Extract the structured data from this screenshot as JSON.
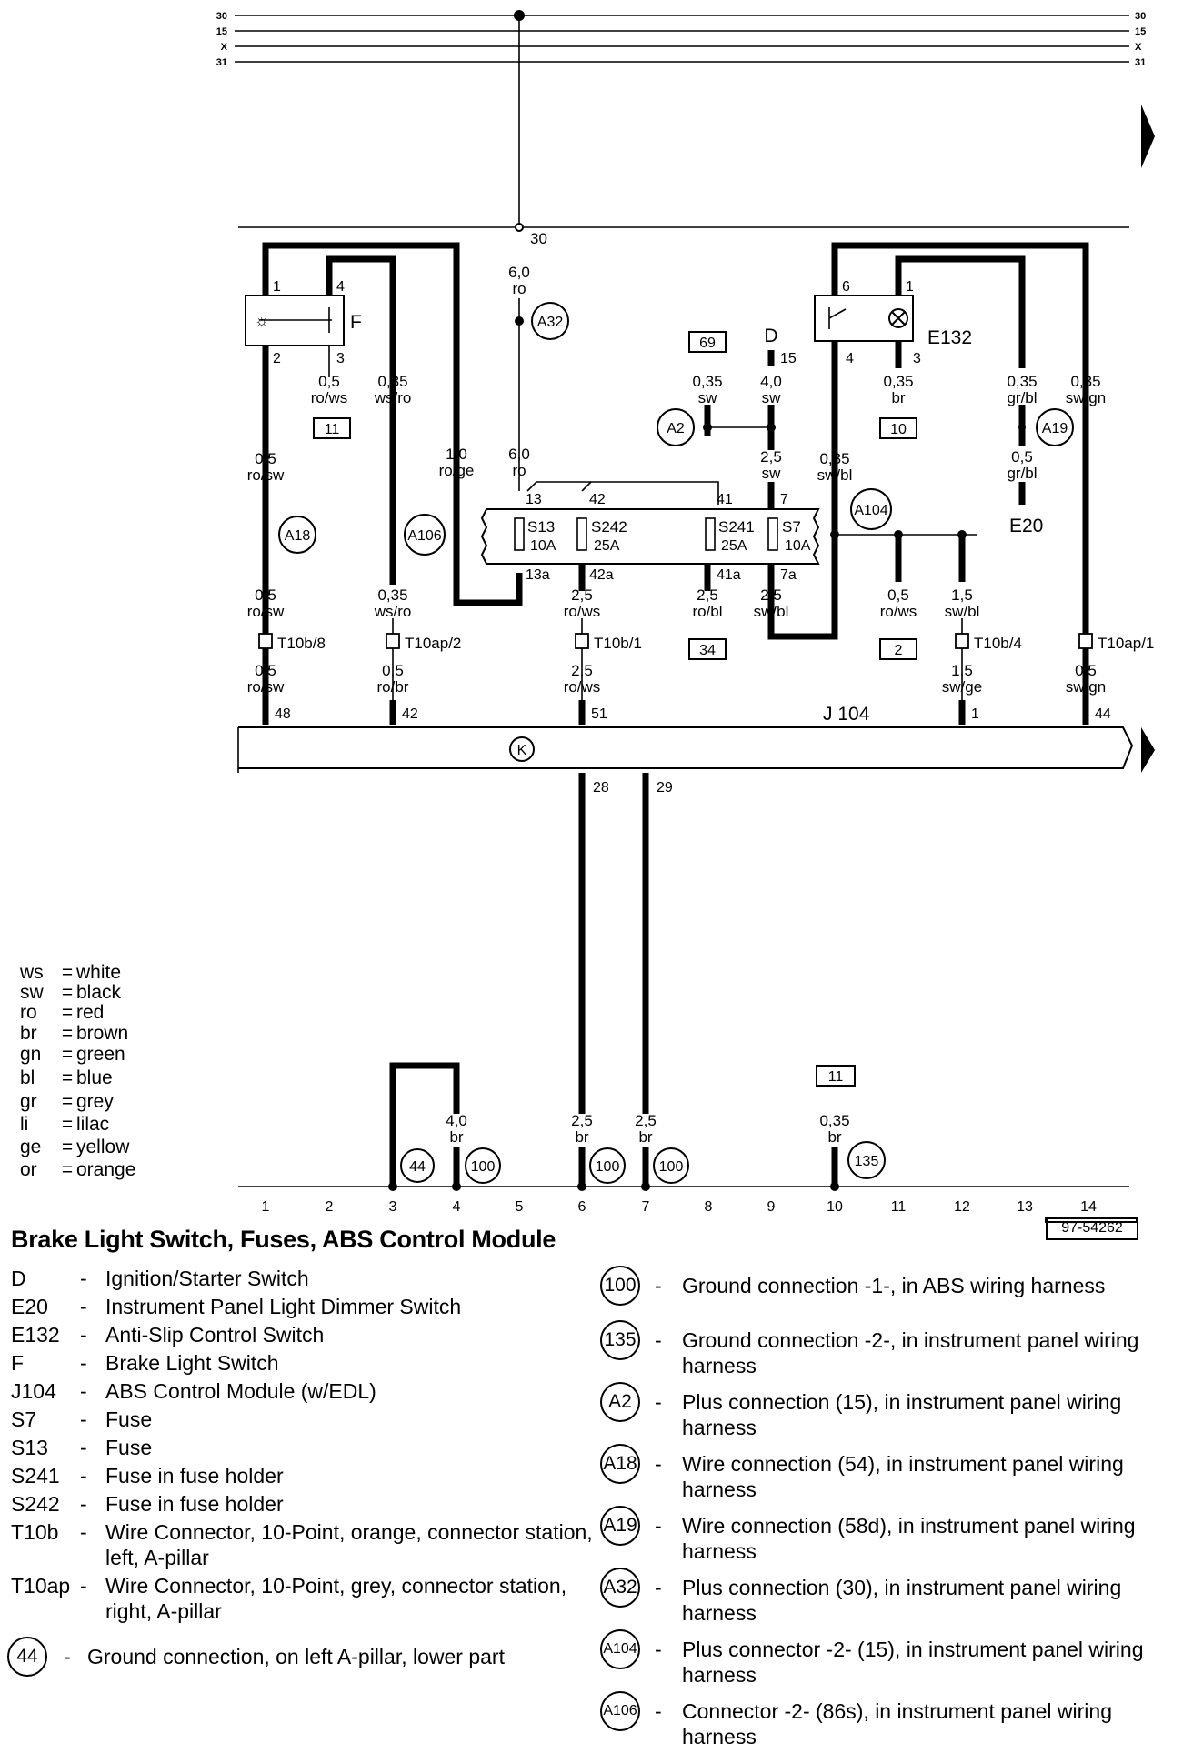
{
  "diagram": {
    "bus_labels": [
      "30",
      "15",
      "X",
      "31"
    ],
    "point30_label": "30",
    "components": {
      "F": "F",
      "E132": "E132",
      "J104": "J 104",
      "D": "D",
      "E20": "E20",
      "K": "K"
    },
    "fuses": [
      {
        "name": "S13",
        "rating": "10A",
        "in": "13",
        "out": "13a"
      },
      {
        "name": "S242",
        "rating": "25A",
        "in": "42",
        "out": "42a"
      },
      {
        "name": "S241",
        "rating": "25A",
        "in": "41",
        "out": "41a"
      },
      {
        "name": "S7",
        "rating": "10A",
        "in": "7",
        "out": "7a"
      }
    ],
    "connectors": [
      "T10b/8",
      "T10ap/2",
      "T10b/1",
      "T10b/4",
      "T10ap/1"
    ],
    "splices": [
      "A32",
      "A18",
      "A106",
      "A2",
      "A19",
      "A104"
    ],
    "grounds": [
      "44",
      "100",
      "100",
      "100",
      "135"
    ],
    "ref_boxes": [
      "11",
      "10",
      "69",
      "34",
      "2",
      "11"
    ],
    "wires": [
      {
        "size": "6,0",
        "color": "ro"
      },
      {
        "size": "0,5",
        "color": "ro/ws"
      },
      {
        "size": "0,35",
        "color": "ws/ro"
      },
      {
        "size": "0,5",
        "color": "ro/sw"
      },
      {
        "size": "1,0",
        "color": "ro/ge"
      },
      {
        "size": "6,0",
        "color": "ro"
      },
      {
        "size": "0,35",
        "color": "sw"
      },
      {
        "size": "4,0",
        "color": "sw"
      },
      {
        "size": "2,5",
        "color": "sw"
      },
      {
        "size": "0,35",
        "color": "sw/bl"
      },
      {
        "size": "0,35",
        "color": "br"
      },
      {
        "size": "0,35",
        "color": "gr/bl"
      },
      {
        "size": "0,35",
        "color": "sw/gn"
      },
      {
        "size": "0,5",
        "color": "gr/bl"
      },
      {
        "size": "0,5",
        "color": "ro/sw"
      },
      {
        "size": "0,35",
        "color": "ws/ro"
      },
      {
        "size": "2,5",
        "color": "ro/ws"
      },
      {
        "size": "2,5",
        "color": "ro/bl"
      },
      {
        "size": "2,5",
        "color": "sw/bl"
      },
      {
        "size": "0,5",
        "color": "ro/ws"
      },
      {
        "size": "1,5",
        "color": "sw/bl"
      },
      {
        "size": "0,5",
        "color": "ro/sw"
      },
      {
        "size": "0,5",
        "color": "ro/br"
      },
      {
        "size": "2,5",
        "color": "ro/ws"
      },
      {
        "size": "1,5",
        "color": "sw/ge"
      },
      {
        "size": "0,5",
        "color": "sw/gn"
      },
      {
        "size": "4,0",
        "color": "br"
      },
      {
        "size": "2,5",
        "color": "br"
      },
      {
        "size": "2,5",
        "color": "br"
      },
      {
        "size": "0,35",
        "color": "br"
      }
    ],
    "pins": [
      "1",
      "4",
      "2",
      "3",
      "6",
      "1",
      "4",
      "3",
      "15",
      "48",
      "42",
      "51",
      "1",
      "44",
      "28",
      "29"
    ],
    "scale": [
      "1",
      "2",
      "3",
      "4",
      "5",
      "6",
      "7",
      "8",
      "9",
      "10",
      "11",
      "12",
      "13",
      "14"
    ],
    "code": "97-54262"
  },
  "color_key": [
    {
      "code": "ws",
      "name": "white"
    },
    {
      "code": "sw",
      "name": "black"
    },
    {
      "code": "ro",
      "name": "red"
    },
    {
      "code": "br",
      "name": "brown"
    },
    {
      "code": "gn",
      "name": "green"
    },
    {
      "code": "bl",
      "name": "blue"
    },
    {
      "code": "gr",
      "name": "grey"
    },
    {
      "code": "li",
      "name": "lilac"
    },
    {
      "code": "ge",
      "name": "yellow"
    },
    {
      "code": "or",
      "name": "orange"
    }
  ],
  "title": "Brake Light Switch, Fuses, ABS Control Module",
  "legend_left": [
    {
      "code": "D",
      "desc": "Ignition/Starter Switch"
    },
    {
      "code": "E20",
      "desc": "Instrument Panel Light Dimmer Switch"
    },
    {
      "code": "E132",
      "desc": "Anti-Slip Control Switch"
    },
    {
      "code": "F",
      "desc": "Brake Light Switch"
    },
    {
      "code": "J104",
      "desc": "ABS Control Module (w/EDL)"
    },
    {
      "code": "S7",
      "desc": "Fuse"
    },
    {
      "code": "S13",
      "desc": "Fuse"
    },
    {
      "code": "S241",
      "desc": "Fuse in fuse holder"
    },
    {
      "code": "S242",
      "desc": "Fuse in fuse holder"
    },
    {
      "code": "T10b",
      "desc": "Wire Connector, 10-Point, orange, connector station, left, A-pillar"
    },
    {
      "code": "T10ap",
      "desc": "Wire Connector, 10-Point, grey, connector station, right, A-pillar"
    }
  ],
  "legend_ground": {
    "code": "44",
    "desc": "Ground connection, on left A-pillar, lower part"
  },
  "legend_right": [
    {
      "code": "100",
      "desc": "Ground connection -1-, in ABS wiring harness"
    },
    {
      "code": "135",
      "desc": "Ground connection -2-, in instrument panel wiring harness"
    },
    {
      "code": "A2",
      "desc": "Plus connection (15), in instrument panel wiring harness"
    },
    {
      "code": "A18",
      "desc": "Wire connection (54), in instrument panel wiring harness"
    },
    {
      "code": "A19",
      "desc": "Wire connection (58d), in instrument panel wiring harness"
    },
    {
      "code": "A32",
      "desc": "Plus connection (30), in instrument panel wiring harness"
    },
    {
      "code": "A104",
      "desc": "Plus connector -2- (15), in instrument panel wiring harness"
    },
    {
      "code": "A106",
      "desc": "Connector -2- (86s), in instrument panel wiring harness"
    }
  ]
}
